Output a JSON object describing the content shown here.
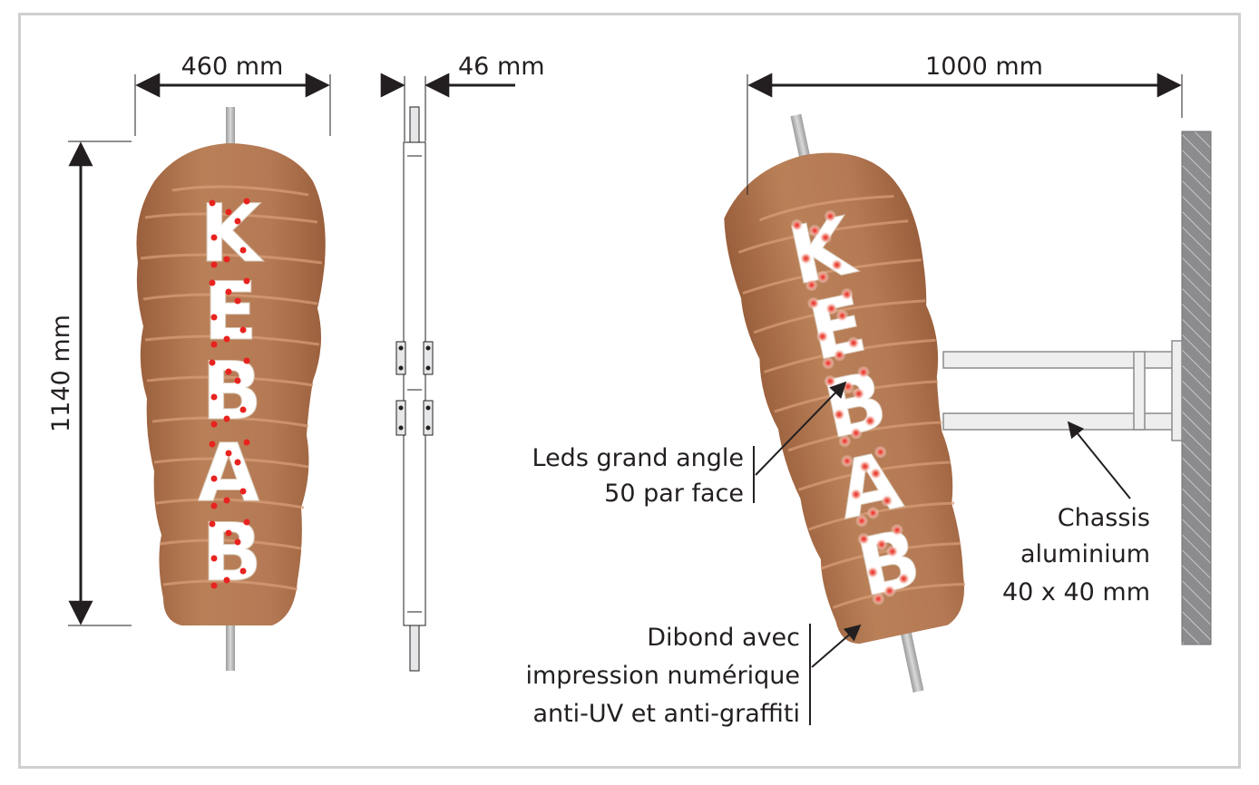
{
  "dimensions": {
    "width_front": "460 mm",
    "thickness": "46 mm",
    "height": "1140 mm",
    "projection": "1000 mm"
  },
  "sign_text": [
    "K",
    "E",
    "B",
    "A",
    "B"
  ],
  "callouts": {
    "leds_line1": "Leds grand angle",
    "leds_line2": "50 par face",
    "chassis_line1": "Chassis",
    "chassis_line2": "aluminium",
    "chassis_line3": "40 x 40 mm",
    "dibond_line1": "Dibond avec",
    "dibond_line2": "impression numérique",
    "dibond_line3": "anti-UV et anti-graffiti"
  },
  "colors": {
    "meat": "#b57a55",
    "meat_dark": "#9a5f3c",
    "led": "#e8231f",
    "frame": "#cfcfcf",
    "wall": "#8c8c8e",
    "chassis": "#e6e7e8"
  }
}
